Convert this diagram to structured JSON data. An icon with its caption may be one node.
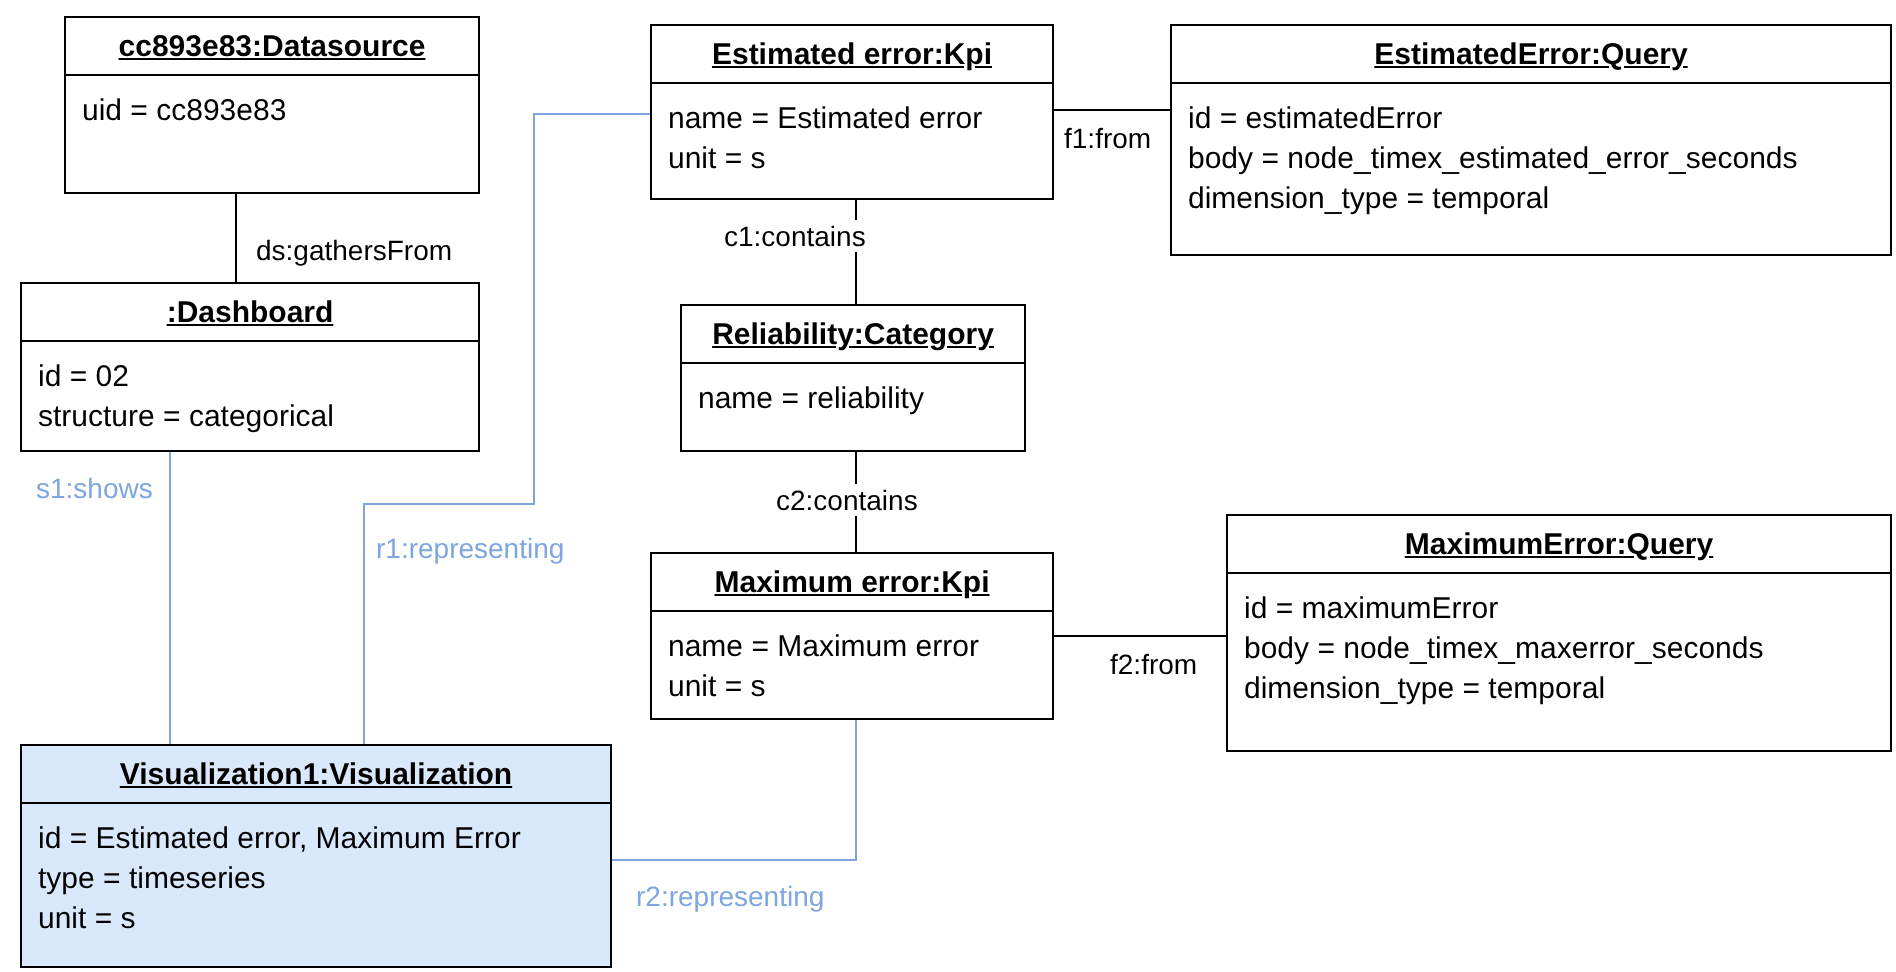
{
  "diagram": {
    "nodes": [
      {
        "text": [
          "cc893e83:Datasource",
          "uid = cc893e83"
        ]
      },
      {
        "text": [
          ":Dashboard",
          "id = 02",
          "structure = categorical"
        ]
      },
      {
        "text": [
          "Estimated error:Kpi",
          "name = Estimated error",
          "unit = s"
        ]
      },
      {
        "text": [
          "EstimatedError:Query",
          "id = estimatedError",
          "body = node_timex_estimated_error_seconds",
          "dimension_type = temporal"
        ]
      },
      {
        "text": [
          "Reliability:Category",
          "name = reliability"
        ]
      },
      {
        "text": [
          "Maximum error:Kpi",
          "name = Maximum error",
          "unit = s"
        ]
      },
      {
        "text": [
          "MaximumError:Query",
          "id = maximumError",
          "body = node_timex_maxerror_seconds",
          "dimension_type = temporal"
        ]
      },
      {
        "text": [
          "Visualization1:Visualization",
          "id = Estimated error, Maximum Error",
          "type = timeseries",
          "unit = s"
        ]
      }
    ],
    "edges": [
      {
        "from": 0,
        "to": 1,
        "arrow": "none",
        "label": "ds:gathersFrom"
      },
      {
        "from": 2,
        "to": 3,
        "arrow": "none",
        "label": "f1:from"
      },
      {
        "from": 2,
        "to": 4,
        "arrow": "none",
        "label": "c1:contains"
      },
      {
        "from": 4,
        "to": 5,
        "arrow": "none",
        "label": "c2:contains"
      },
      {
        "from": 5,
        "to": 6,
        "arrow": "none",
        "label": "f2:from"
      },
      {
        "from": 1,
        "to": 7,
        "arrow": "none",
        "label": "s1:shows",
        "color": "#7ea6e0"
      },
      {
        "from": 7,
        "to": 2,
        "arrow": "none",
        "label": "r1:representing",
        "color": "#7ea6e0"
      },
      {
        "from": 7,
        "to": 5,
        "arrow": "none",
        "label": "r2:representing",
        "color": "#7ea6e0"
      }
    ]
  }
}
